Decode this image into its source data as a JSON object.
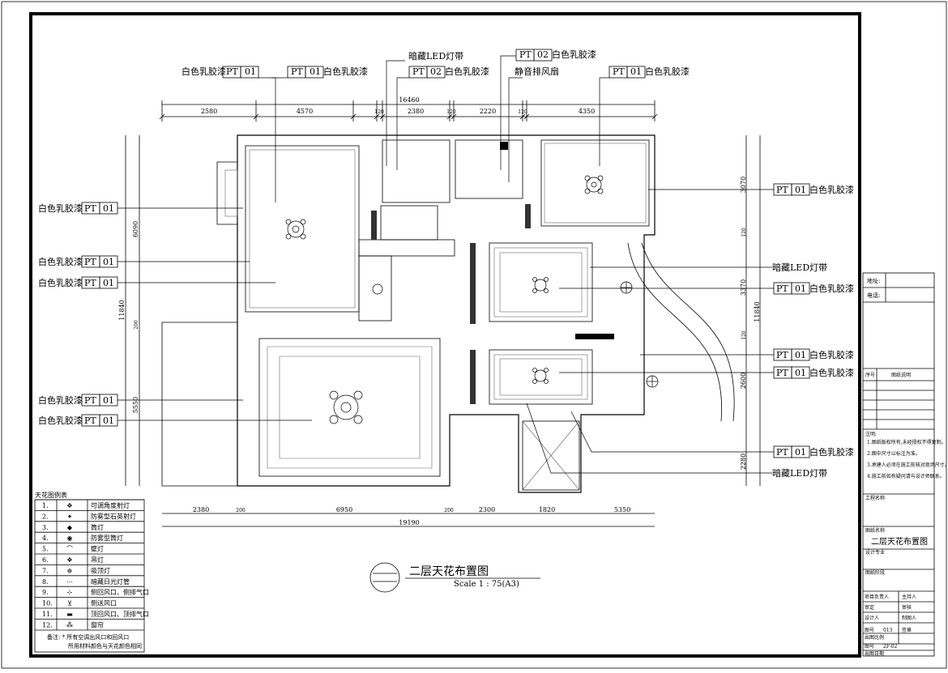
{
  "plan": {
    "title": "二层天花布置图",
    "scale": "Scale 1 : 75(A3)"
  },
  "annotations": {
    "white_pt01_a": "白色乳胶漆",
    "pt": "PT",
    "c01": "01",
    "c02": "02",
    "white": "白色乳胶漆",
    "led": "暗藏LED灯带",
    "fan": "静音排风扇"
  },
  "dimensions": {
    "top_total": "16460",
    "top": [
      "2580",
      "4570",
      "120",
      "2380",
      "120",
      "2220",
      "120",
      "4350"
    ],
    "bottom_total": "19190",
    "bottom": [
      "2380",
      "200",
      "6950",
      "200",
      "2300",
      "1820",
      "5350"
    ],
    "left": [
      "6090",
      "200",
      "5550"
    ],
    "left_total": "11840",
    "right": [
      "3070",
      "3370",
      "2600",
      "2280"
    ],
    "right_total": "11840",
    "right_small": [
      "120",
      "120"
    ]
  },
  "legend": {
    "title": "天花图例表",
    "items": [
      {
        "no": "1.",
        "name": "可调角度射灯"
      },
      {
        "no": "2.",
        "name": "防雾型石英射灯"
      },
      {
        "no": "3.",
        "name": "筒灯"
      },
      {
        "no": "4.",
        "name": "防雾型筒灯"
      },
      {
        "no": "5.",
        "name": "壁灯"
      },
      {
        "no": "6.",
        "name": "吊灯"
      },
      {
        "no": "7.",
        "name": "吸顶灯"
      },
      {
        "no": "8.",
        "name": "暗藏日光灯管"
      },
      {
        "no": "9.",
        "name": "侧回风口、侧排气口"
      },
      {
        "no": "10.",
        "name": "侧送风口"
      },
      {
        "no": "11.",
        "name": "顶回风口、顶排气口"
      },
      {
        "no": "12.",
        "name": "窗帘"
      }
    ],
    "note1": "备注: * 所有空调出风口和回风口",
    "note2": "所用材料颜色与天花颜色相同"
  },
  "titleblock": {
    "address": "地址:",
    "phone": "电话:",
    "seq": "序号",
    "desc": "图纸说明",
    "notes_title": "注明:",
    "notes": [
      "1.图纸版权所有,未经授权不得复制。",
      "2.图中尺寸以标注为准。",
      "3.承建人必须在施工前核对现场尺寸。",
      "4.施工前如有疑问请与设计师联系。"
    ],
    "project": "工程名称",
    "drawing_name_label": "图纸名称",
    "drawing_name": "二层天花布置图",
    "discipline": "设计专业",
    "stage": "图纸阶段",
    "roles": [
      "项目负责人",
      "主持人",
      "审定",
      "审核",
      "设计人",
      "制图人"
    ],
    "sheet_no_label": "图号",
    "sheet_no": "013",
    "sign": "签章",
    "scale_label": "出图比例",
    "version_label": "图号",
    "version": "2F-02",
    "date_label": "出图日期"
  },
  "colors": {
    "line": "#000000",
    "wall": "#000000"
  }
}
